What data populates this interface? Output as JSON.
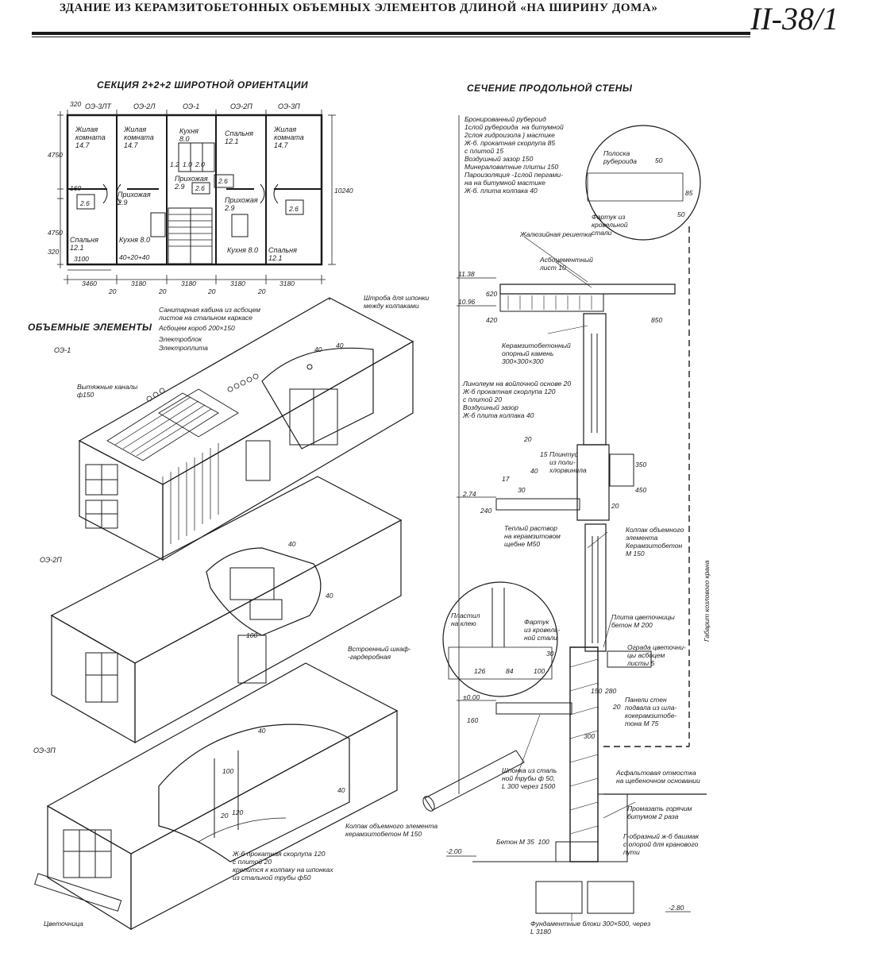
{
  "header": {
    "title": "ЗДАНИЕ ИЗ КЕРАМЗИТОБЕТОННЫХ ОБЪЕМНЫХ ЭЛЕМЕНТОВ ДЛИНОЙ «НА ШИРИНУ ДОМА»",
    "sheet": "II-38/1"
  },
  "plan": {
    "title": "СЕКЦИЯ 2+2+2 ШИРОТНОЙ ОРИЕНТАЦИИ",
    "elements": [
      "ОЭ-3ЛТ",
      "ОЭ-2Л",
      "ОЭ-1",
      "ОЭ-2П",
      "ОЭ-3П"
    ],
    "rooms": [
      "Жилая комната 14.7",
      "Жилая комната 14.7",
      "Кухня 8.0",
      "Спальня 12.1",
      "Жилая комната 14.7",
      "Прихожая 2.9",
      "Прихожая 2.9",
      "Прихожая 2.9",
      "Спальня 12.1",
      "Кухня 8.0",
      "Кухня 8.0",
      "Спальня 12.1"
    ],
    "small_values": [
      "2.6",
      "2.6",
      "2.6",
      "2.6",
      "1.2",
      "1.0",
      "2.0"
    ],
    "dims_bottom": [
      "3460",
      "3180",
      "3180",
      "3180",
      "3180"
    ],
    "dims_inner": [
      "3100",
      "40+20+40"
    ],
    "dims_gaps": [
      "20",
      "20",
      "20",
      "20"
    ],
    "dims_left": [
      "320",
      "4750",
      "160",
      "4750",
      "320"
    ],
    "dim_total": "10240"
  },
  "volumes": {
    "title": "ОБЪЕМНЫЕ ЭЛЕМЕНТЫ",
    "labels": [
      "ОЭ-1",
      "ОЭ-2П",
      "ОЭ-3П"
    ],
    "notes": {
      "sanitary": "Санитарная кабина из асбоцем\nлистов на стальном каркасе",
      "asbestos_box": "Асбоцем короб 200×150",
      "electro_block": "Электроблок",
      "electro_stove": "Электроплита",
      "channels": "Вытяжные каналы\nф150",
      "groove": "Штроба для шпонки\nмежду колпаками",
      "wardrobe": "Встроенный шкаф-\n-гардеробная",
      "cap_element": "Колпак объемного элемента\nкерамзитобетон М 150",
      "floor_slab": "Ж-б прокатная скорлупа 120\nс плитой 20\nкрепится к колпаку на шпонках\nиз стальной трубы ф50",
      "flower": "Цветочница"
    },
    "dims": [
      "40",
      "40",
      "40",
      "40",
      "100",
      "40",
      "100",
      "20",
      "120",
      "40"
    ]
  },
  "section": {
    "title": "СЕЧЕНИЕ ПРОДОЛЬНОЙ СТЕНЫ",
    "roof_layers": "Бронированный рубероид\n1слой рубероида  на битумной\n2слоя гидроизола } мастике\nЖ-б. прокатная скорлупа 85\nс плитой 15\nВоздушный зазор 150\nМинераловатные плиты 150\nПароизоляция -1слой пергами-\nна на битумной мастике\nЖ-б. плита колпака 40",
    "strip": "Полоска\nрубероида",
    "apron": "Фартук из\nкровельной\nстали",
    "louver": "Жалюзийная решетка",
    "asb_sheet": "Асбоцементный\nлист 10",
    "support": "Керамзитобетонный\nопорный камень\n300×300×300",
    "floor_layers": "Линолеум на войлочной основе 20\nЖ-б прокатная скорлупа 120\nс плитой 20\nВоздушный зазор\nЖ-б плита колпака 40",
    "plinth": "Плинтус\nиз поли-\nхлорвинила",
    "warm_mortar": "Теплый раствор\nна керамзитовом\nщебне М50",
    "cap_wall": "Колпак объемного\nэлемента\nКерамзитобетон\nМ 150",
    "plasticine": "Пластил\nна клею",
    "apron2": "Фартук\nиз кровель-\nной стали",
    "flower_slab": "Плита цветочницы\nбетон М 200",
    "flower_fence": "Ограда цветочни-\nцы асбоцем\nлисты 5",
    "basement": "Панели стен\nподвала из шла-\nкокерамзитобе-\nтона М 75",
    "key": "Шпонка из сталь\nной трубы ф 50,\nL 300 через 1500",
    "asphalt": "Асфальтовая отмостка\nна щебеночном основании",
    "coat": "Промазать горячим\nбитумом 2 раза",
    "shoe": "Г-образный ж-б башмак\nс опорой для кранового\nпути",
    "concrete": "Бетон М 35  100",
    "blocks": "Фундаментные блоки 300×500, через\nL 3180",
    "crane": "Габарит козлового крана",
    "levels": [
      "11.38",
      "10.96",
      "2.74",
      "±0.00",
      "-2.00",
      "-2.80"
    ],
    "dims": [
      "50",
      "85",
      "50",
      "620",
      "420",
      "850",
      "20",
      "15",
      "40",
      "17",
      "30",
      "350",
      "450",
      "20",
      "240",
      "30",
      "126",
      "84",
      "100",
      "150",
      "280",
      "160",
      "300",
      "20"
    ]
  }
}
